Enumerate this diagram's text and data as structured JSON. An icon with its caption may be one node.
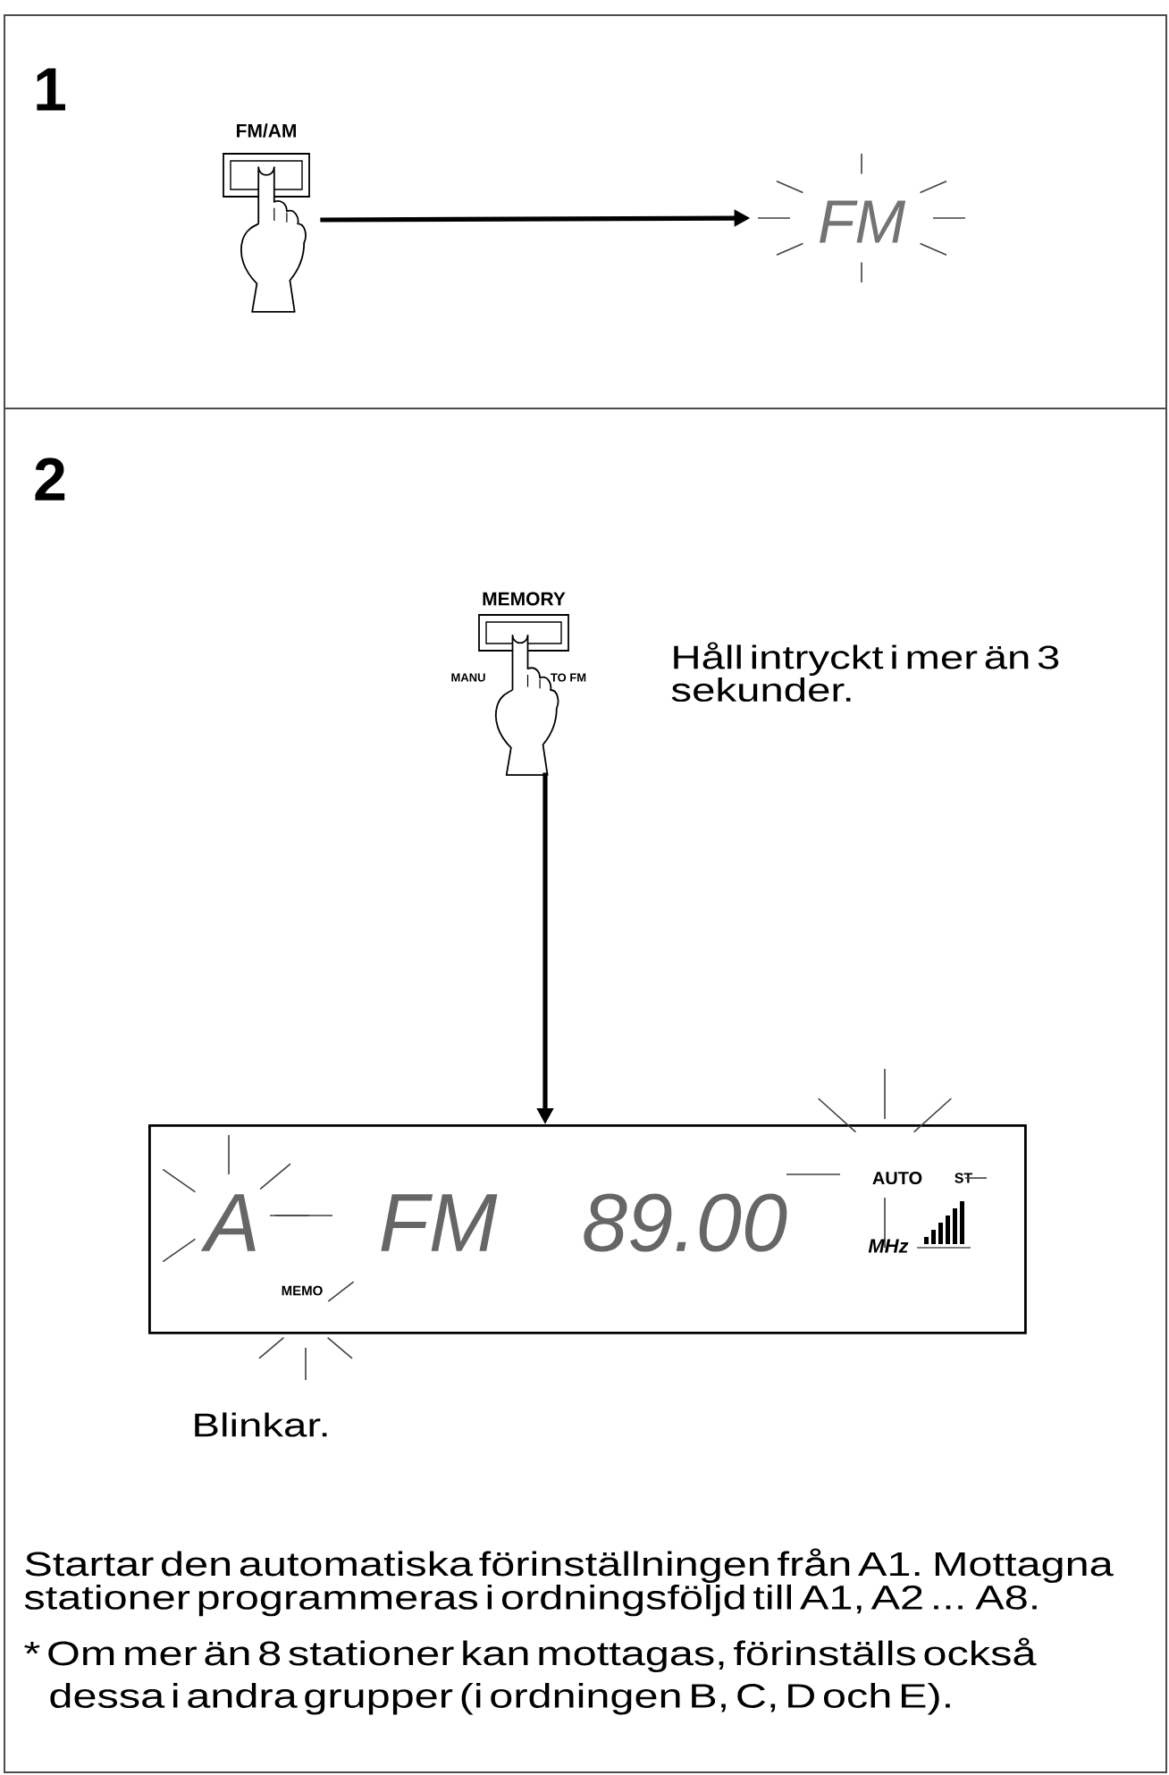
{
  "diagram": {
    "nodes": [
      {
        "text": [
          "1"
        ]
      },
      {
        "text": [
          "FM/AM"
        ],
        "in": 0
      },
      {
        "text": [
          "FM"
        ],
        "in": 0
      },
      {
        "text": [
          "2"
        ]
      },
      {
        "text": [
          "MEMORY",
          "MANU",
          "TO FM"
        ],
        "beside": [
          "Håll intryckt i mer än 3 sekunder."
        ],
        "in": 3
      },
      {
        "text": [
          "A",
          "FM",
          "89.00",
          "MEMO",
          "AUTO",
          "ST",
          "MHz"
        ],
        "in": 3
      }
    ],
    "edges": [
      {
        "from": 1,
        "to": 2,
        "arrow": "to"
      },
      {
        "from": 4,
        "to": 5,
        "arrow": "to"
      }
    ],
    "labels": [
      "Blinkar.",
      "Startar den automatiska förinställningen från A1. Mottagna stationer programmeras i ordningsföljd till A1, A2 ... A8.",
      "* Om mer än 8 stationer kan mottagas, förinställs också dessa i andra grupper (i ordningen B, C, D och E)."
    ]
  }
}
